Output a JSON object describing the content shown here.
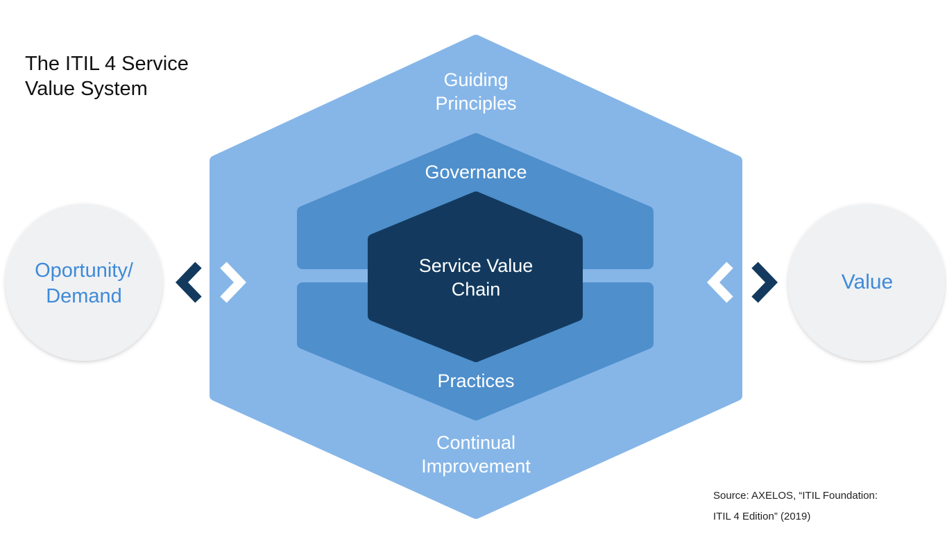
{
  "title": [
    "The ITIL 4 Service",
    "Value System"
  ],
  "input": [
    "Oportunity/",
    "Demand"
  ],
  "output": "Value",
  "layers": {
    "guiding_principles": [
      "Guiding",
      "Principles"
    ],
    "governance": "Governance",
    "service_value_chain": [
      "Service Value",
      "Chain"
    ],
    "practices": "Practices",
    "continual_improvement": [
      "Continual",
      "Improvement"
    ]
  },
  "source": [
    "Source: AXELOS, “ITIL Foundation:",
    "ITIL 4 Edition” (2019)"
  ],
  "colors": {
    "outer": "#86b6e8",
    "middle": "#4e8fcc",
    "core": "#133a5e",
    "accent_text": "#3f8ad8",
    "circle": "#f0f1f3"
  }
}
